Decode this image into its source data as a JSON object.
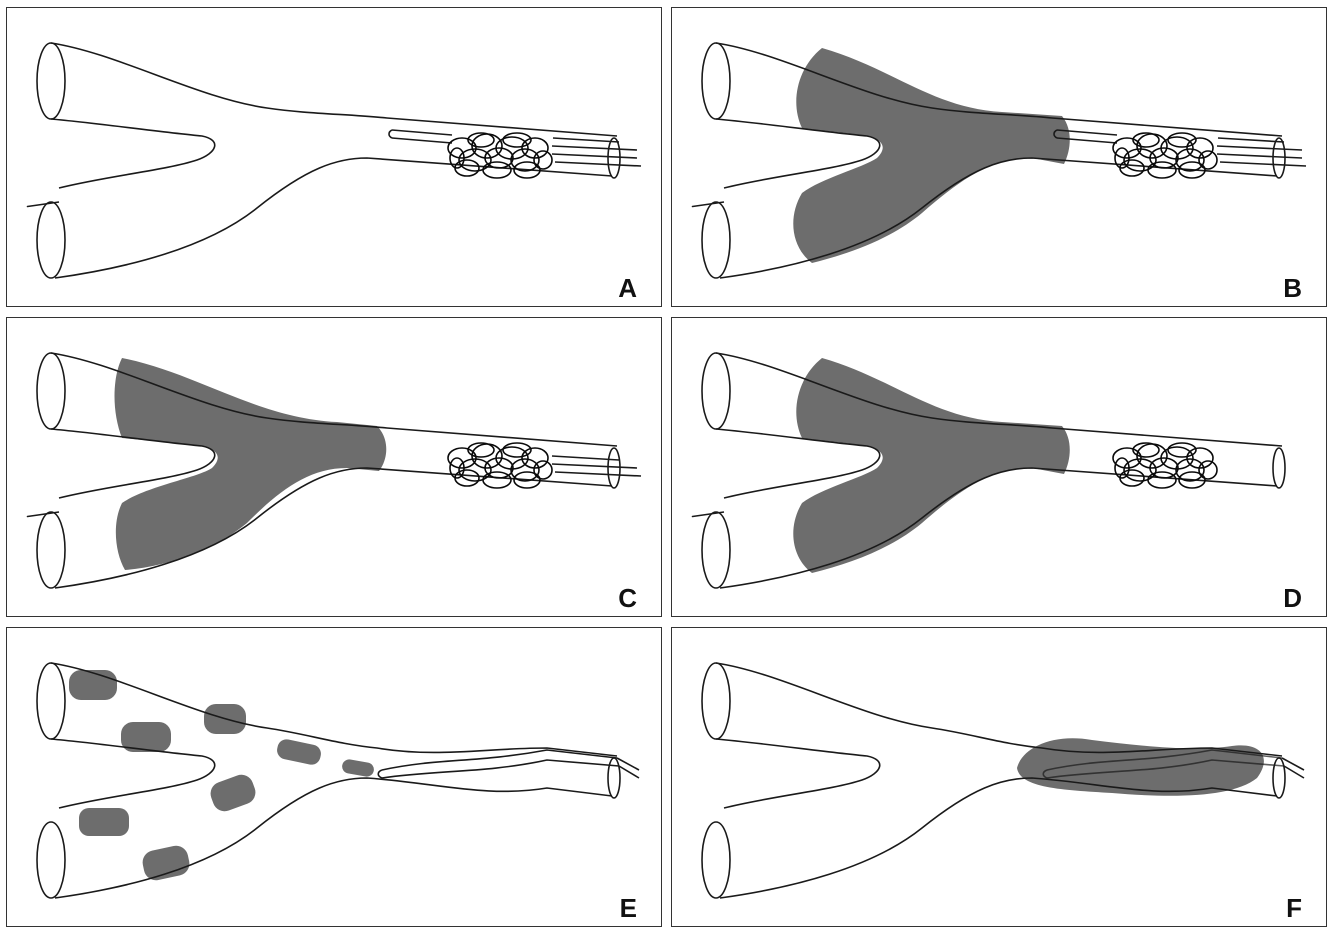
{
  "panels": [
    {
      "id": "A",
      "label": "A"
    },
    {
      "id": "B",
      "label": "B"
    },
    {
      "id": "C",
      "label": "C"
    },
    {
      "id": "D",
      "label": "D"
    },
    {
      "id": "E",
      "label": "E"
    },
    {
      "id": "F",
      "label": "F"
    }
  ],
  "colors": {
    "shade": "#6d6d6d",
    "line": "#1a1a1a",
    "background": "#ffffff"
  }
}
